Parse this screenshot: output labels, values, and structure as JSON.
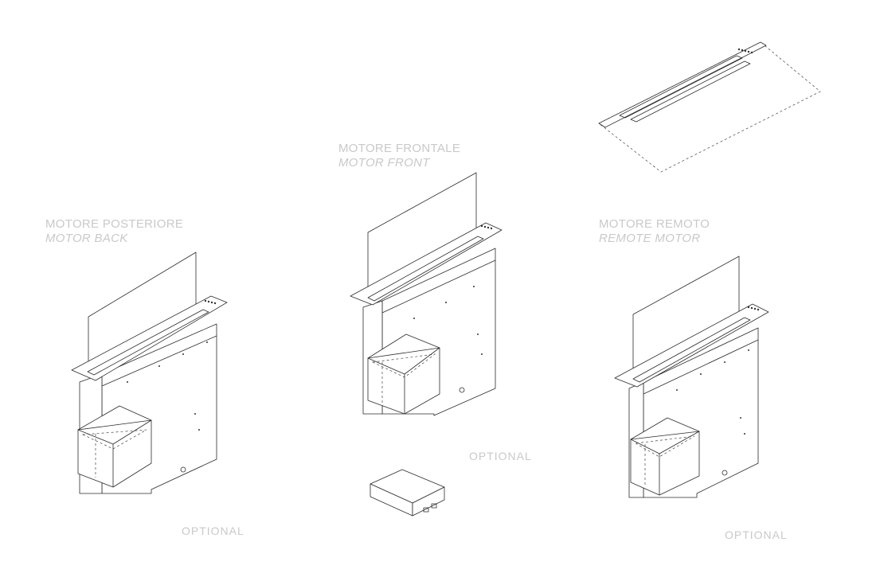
{
  "variants": [
    {
      "title": "MOTORE POSTERIORE",
      "subtitle": "MOTOR BACK",
      "optional": "OPTIONAL"
    },
    {
      "title": "MOTORE FRONTALE",
      "subtitle": "MOTOR FRONT",
      "optional": "OPTIONAL"
    },
    {
      "title": "MOTORE REMOTO",
      "subtitle": "REMOTE MOTOR",
      "optional": "OPTIONAL"
    }
  ],
  "icons": [
    "cooktop-hood-drawing",
    "blower-motor-box",
    "remote-motor-plate",
    "control-box"
  ],
  "colors": {
    "line": "#2b2b2b",
    "label": "#c9c9c9",
    "background": "#ffffff"
  }
}
